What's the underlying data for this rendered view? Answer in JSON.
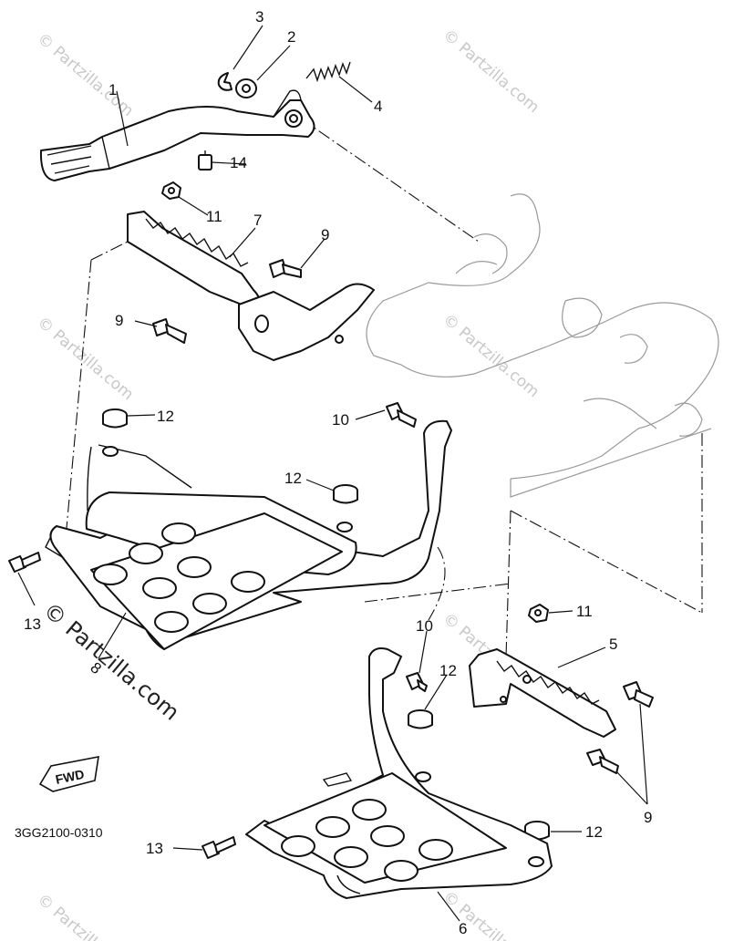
{
  "diagram": {
    "drawing_code": "3GG2100-0310",
    "fwd_label": "FWD",
    "watermark_text": "© Partzilla.com",
    "callouts": {
      "c1": "1",
      "c2": "2",
      "c3": "3",
      "c4": "4",
      "c5": "5",
      "c6": "6",
      "c7": "7",
      "c8": "8",
      "c9a": "9",
      "c9b": "9",
      "c9c": "9",
      "c10a": "10",
      "c10b": "10",
      "c11a": "11",
      "c11b": "11",
      "c12a": "12",
      "c12b": "12",
      "c12c": "12",
      "c12d": "12",
      "c13a": "13",
      "c13b": "13",
      "c14": "14"
    },
    "colors": {
      "line": "#111111",
      "ghost": "#9a9a9a",
      "watermark": "#c8c8c8"
    }
  }
}
